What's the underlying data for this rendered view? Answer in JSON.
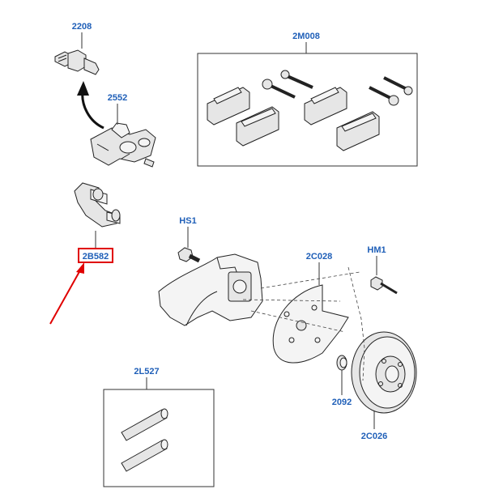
{
  "diagram": {
    "parts": [
      {
        "id": "bleed_screw",
        "label": "2208"
      },
      {
        "id": "caliper",
        "label": "2552"
      },
      {
        "id": "pad_kit",
        "label": "2M008"
      },
      {
        "id": "carrier",
        "label": "2B582",
        "highlighted": true
      },
      {
        "id": "bolt",
        "label": "HS1"
      },
      {
        "id": "splash_shield",
        "label": "2C028"
      },
      {
        "id": "shield_bolt",
        "label": "HM1"
      },
      {
        "id": "pin_kit",
        "label": "2L527"
      },
      {
        "id": "seal",
        "label": "2092"
      },
      {
        "id": "disc",
        "label": "2C026"
      }
    ],
    "colors": {
      "label": "#1f5fb8",
      "highlight": "#e00000",
      "line": "#222222"
    }
  }
}
